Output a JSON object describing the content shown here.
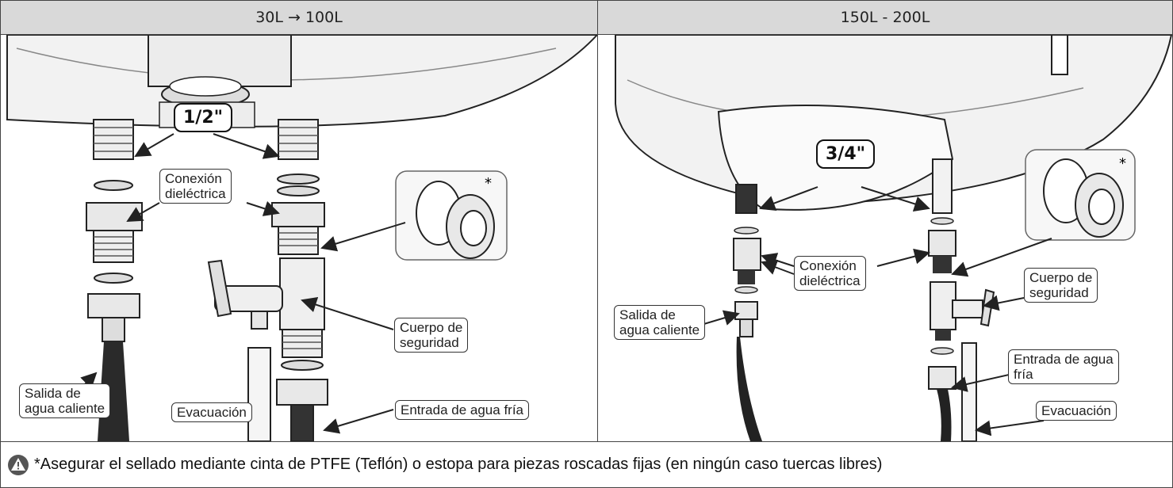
{
  "headers": {
    "left": "30L → 100L",
    "right": "150L - 200L"
  },
  "left": {
    "size_label": "1/2\"",
    "dielectric_label": "Conexión\ndieléctrica",
    "safety_label": "Cuerpo de\nseguridad",
    "hot_outlet_label": "Salida de\nagua caliente",
    "drain_label": "Evacuación",
    "cold_inlet_label": "Entrada de agua fría",
    "tape_asterisk": "*"
  },
  "right": {
    "size_label": "3/4\"",
    "dielectric_label": "Conexión\ndieléctrica",
    "safety_label": "Cuerpo de\nseguridad",
    "hot_outlet_label": "Salida de\nagua caliente",
    "cold_inlet_label": "Entrada de agua\nfría",
    "drain_label": "Evacuación",
    "tape_asterisk": "*"
  },
  "footer": {
    "icon": "warning-triangle-icon",
    "note": "*Asegurar el sellado mediante cinta de PTFE (Teflón) o estopa para piezas roscadas fijas (en ningún caso tuercas libres)"
  }
}
